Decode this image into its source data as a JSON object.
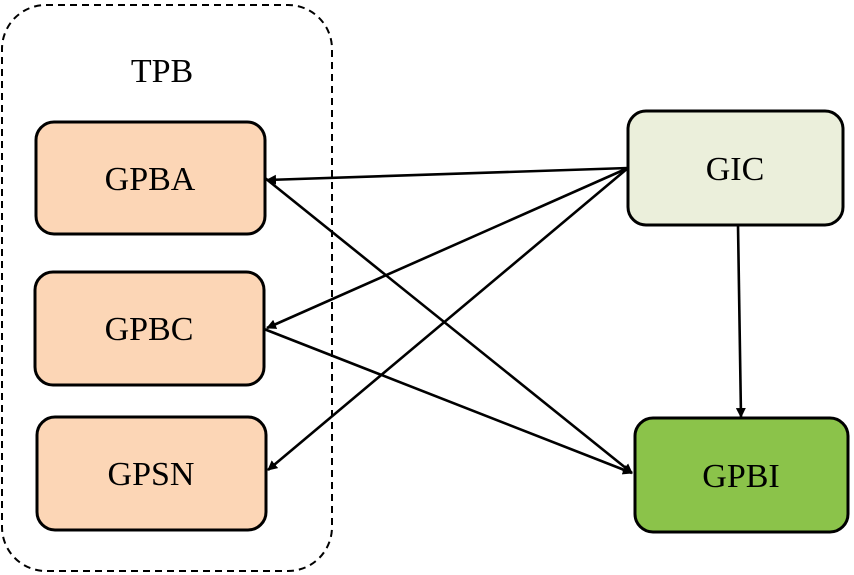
{
  "group": {
    "label": "TPB"
  },
  "nodes": {
    "gpba": {
      "label": "GPBA",
      "fill": "#FCD6B6"
    },
    "gpbc": {
      "label": "GPBC",
      "fill": "#FCD6B6"
    },
    "gpsn": {
      "label": "GPSN",
      "fill": "#FCD6B6"
    },
    "gic": {
      "label": "GIC",
      "fill": "#EBEFDB"
    },
    "gpbi": {
      "label": "GPBI",
      "fill": "#8BC34A"
    }
  },
  "edges": [
    {
      "from": "GIC",
      "to": "GPBA"
    },
    {
      "from": "GIC",
      "to": "GPBC"
    },
    {
      "from": "GIC",
      "to": "GPSN"
    },
    {
      "from": "GIC",
      "to": "GPBI"
    },
    {
      "from": "GPBA",
      "to": "GPBI"
    },
    {
      "from": "GPBC",
      "to": "GPBI"
    }
  ]
}
